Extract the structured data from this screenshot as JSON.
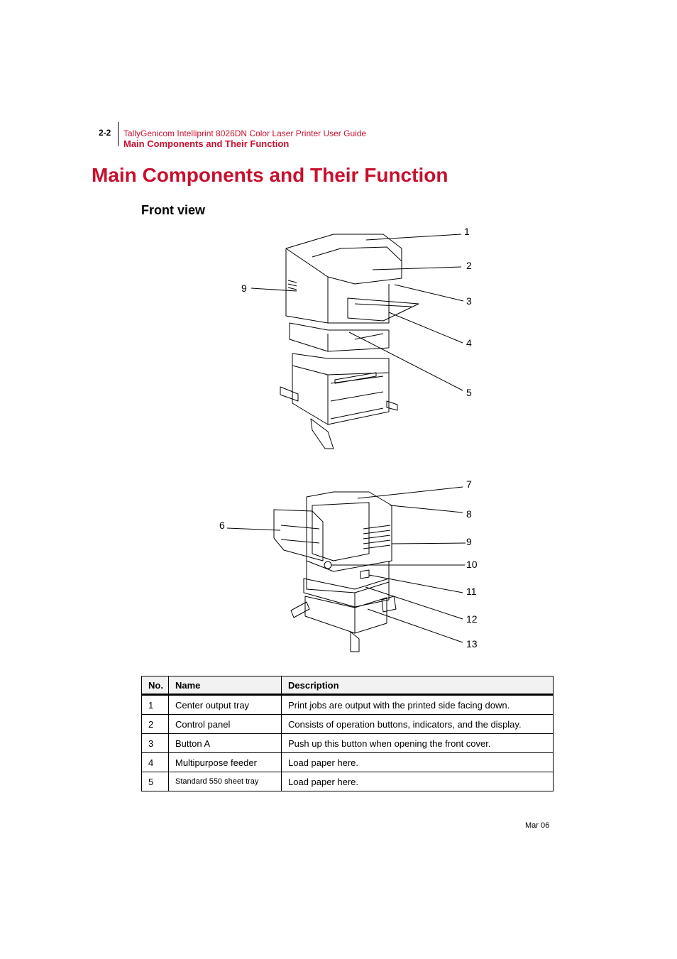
{
  "header": {
    "page_number": "2-2",
    "guide_title": "TallyGenicom Intelliprint 8026DN Color Laser Printer User Guide",
    "section_title": "Main Components and Their Function"
  },
  "title": "Main Components and Their Function",
  "subtitle": "Front view",
  "figure_top": {
    "callouts": [
      "1",
      "2",
      "3",
      "4",
      "5",
      "9"
    ]
  },
  "figure_bottom": {
    "callouts": [
      "6",
      "7",
      "8",
      "9",
      "10",
      "11",
      "12",
      "13"
    ]
  },
  "table": {
    "headers": [
      "No.",
      "Name",
      "Description"
    ],
    "rows": [
      {
        "no": "1",
        "name": "Center output tray",
        "description": "Print jobs are output with the printed side facing down."
      },
      {
        "no": "2",
        "name": "Control panel",
        "description": "Consists of operation buttons, indicators, and the display."
      },
      {
        "no": "3",
        "name": "Button A",
        "description": "Push up this button when opening the front cover."
      },
      {
        "no": "4",
        "name": "Multipurpose feeder",
        "description": "Load paper here."
      },
      {
        "no": "5",
        "name": "Standard 550 sheet tray",
        "description": "Load paper here."
      }
    ]
  },
  "footer": {
    "date": "Mar 06"
  }
}
